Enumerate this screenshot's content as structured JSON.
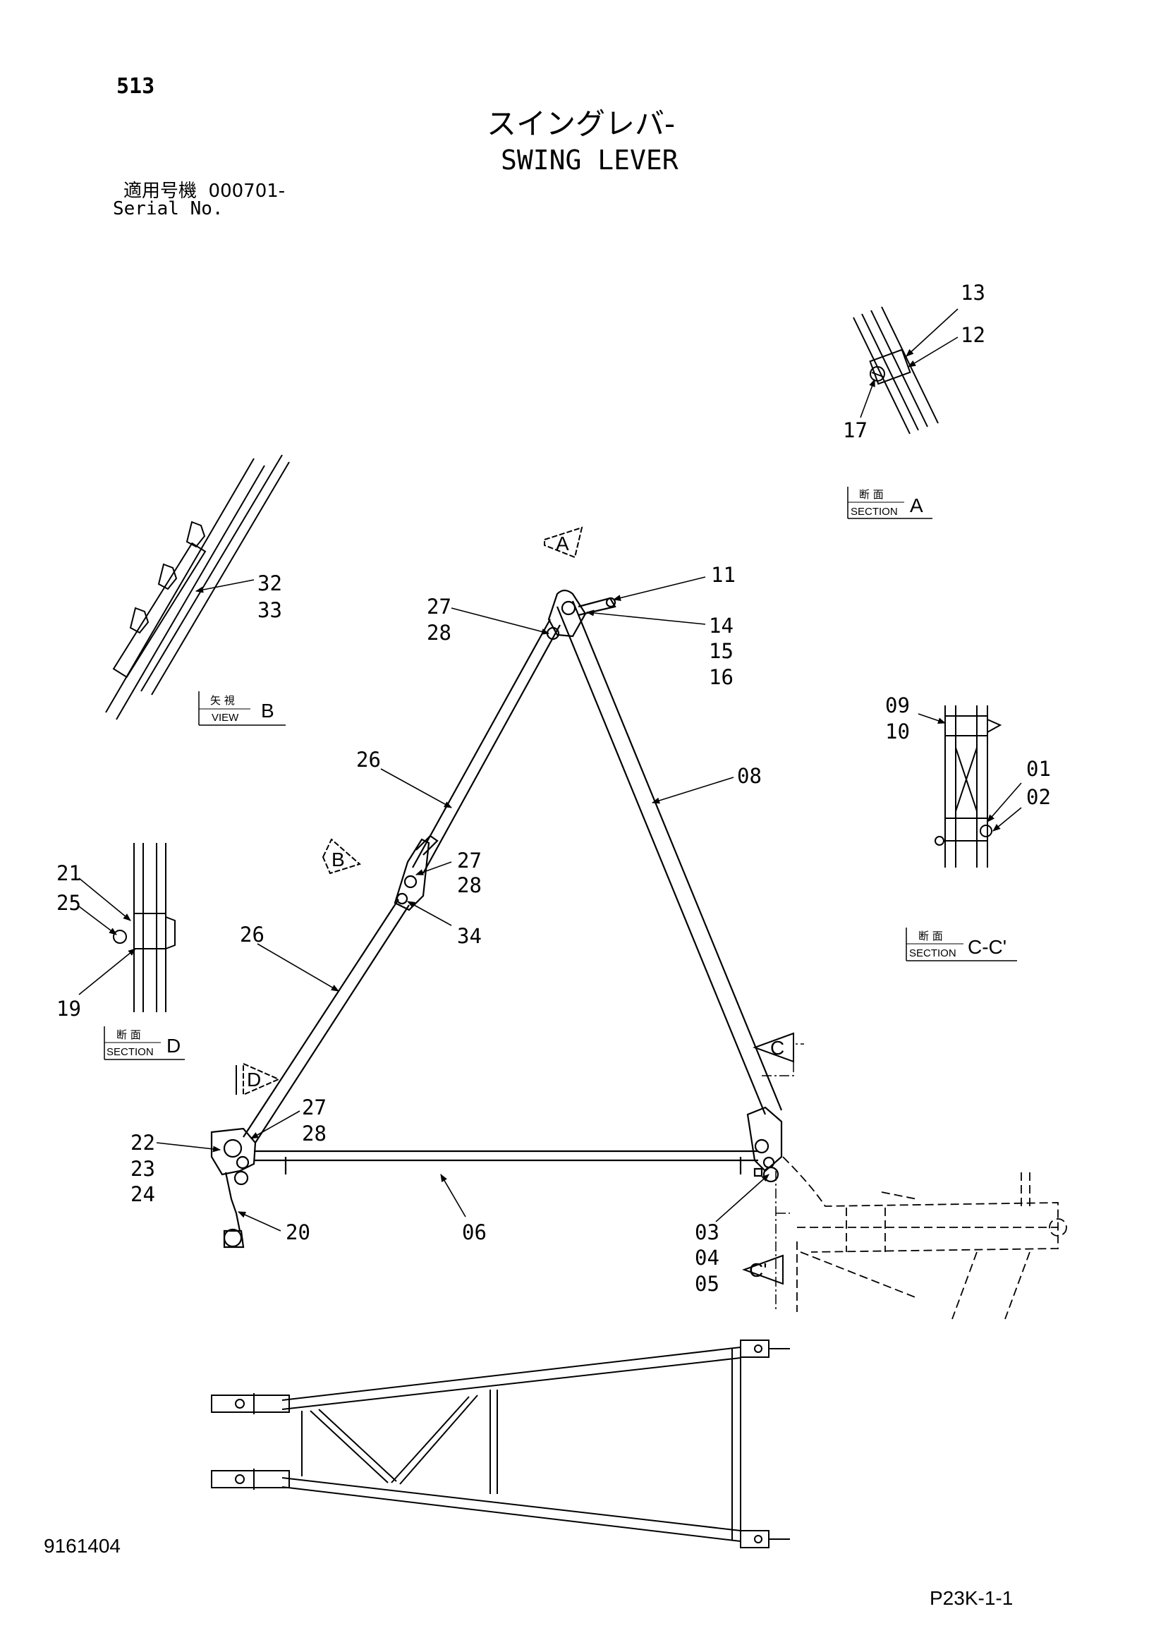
{
  "page": {
    "page_number": "513",
    "title_jp": "スイングレバ-",
    "title_en": "SWING LEVER",
    "serial_label_jp": "適用号機",
    "serial_value": "000701-",
    "serial_label_en": "Serial No.",
    "drawing_number": "9161404",
    "sheet_ref": "P23K-1-1"
  },
  "callouts": {
    "c01": "01",
    "c02": "02",
    "c03": "03",
    "c04": "04",
    "c05": "05",
    "c06": "06",
    "c08": "08",
    "c09": "09",
    "c10": "10",
    "c11": "11",
    "c12": "12",
    "c13": "13",
    "c14": "14",
    "c15": "15",
    "c16": "16",
    "c17": "17",
    "c19": "19",
    "c20": "20",
    "c21": "21",
    "c22": "22",
    "c23": "23",
    "c24": "24",
    "c25": "25",
    "c26": "26",
    "c27": "27",
    "c28": "28",
    "c32": "32",
    "c33": "33",
    "c34": "34"
  },
  "view_markers": {
    "a": "A",
    "b": "B",
    "c": "C",
    "c_prime": "C'",
    "d": "D"
  },
  "detail_boxes": {
    "section_jp": "断 面",
    "section_en": "SECTION",
    "view_jp": "矢 視",
    "view_en": "VIEW",
    "section_a_id": "A",
    "section_cc_id": "C-C'",
    "section_d_id": "D",
    "view_b_id": "B"
  }
}
